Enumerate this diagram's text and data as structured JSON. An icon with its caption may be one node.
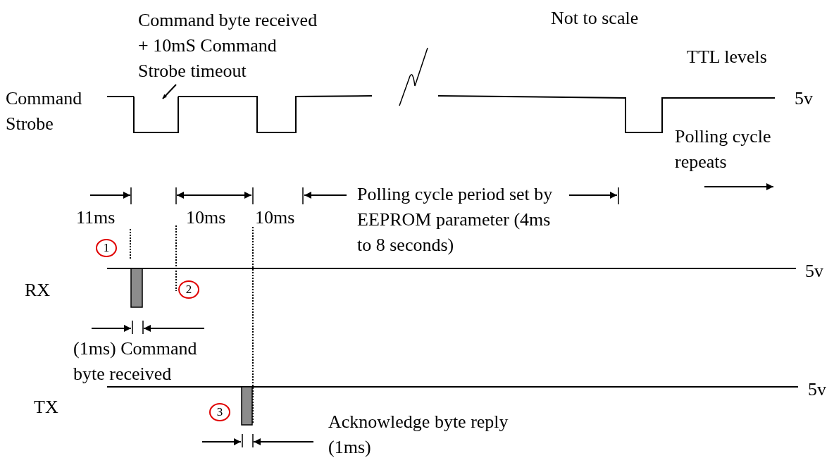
{
  "diagram": {
    "nodes": [
      {
        "text": [
          "Command byte received + 10mS Command Strobe timeout"
        ]
      },
      {
        "text": [],
        "shape": "pulse"
      }
    ],
    "edges": [
      {
        "from": 0,
        "to": 1,
        "arrow": "to"
      }
    ],
    "labels": [
      "Not to scale",
      "TTL levels",
      "Command Strobe",
      "5v",
      "Polling cycle repeats",
      "11ms",
      "10ms",
      "10ms",
      "Polling cycle period set by EEPROM parameter (4ms to 8 seconds)",
      "1",
      "RX",
      "2",
      "5v",
      "(1ms) Command byte received",
      "TX",
      "3",
      "5v",
      "Acknowledge byte reply (1ms)"
    ]
  }
}
